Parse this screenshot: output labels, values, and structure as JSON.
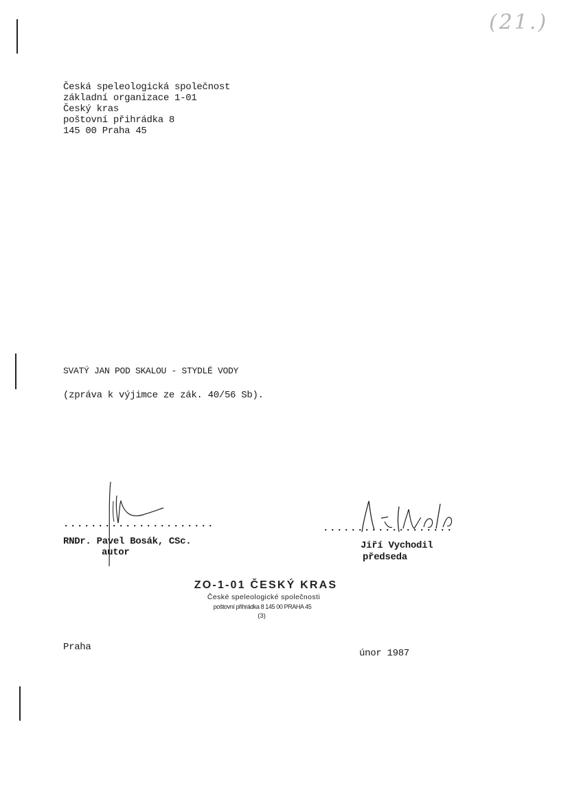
{
  "header": {
    "lines": [
      "Česká speleologická společnost",
      "základní organizace 1-01",
      "Český kras",
      "poštovní přihrádka 8",
      "145 00 Praha 45"
    ]
  },
  "archive_mark": "(21.)",
  "document": {
    "title": "SVATÝ JAN POD SKALOU - STYDLÉ VODY",
    "subtitle": "(zpráva k výjimce ze zák. 40/56 Sb)."
  },
  "signatures": {
    "left_dots": "......................",
    "right_dots": "...................",
    "author_name": "RNDr. Pavel Bosák, CSc.",
    "author_role": "autor",
    "chair_name": "Jiří Vychodil",
    "chair_role": "předseda"
  },
  "stamp": {
    "line1": "ZO-1-01 ČESKÝ KRAS",
    "line2": "České speleologické společnosti",
    "line3": "poštovní přihrádka 8  145 00 PRAHA 45",
    "line4": "(3)"
  },
  "footer": {
    "place": "Praha",
    "date": "únor 1987"
  }
}
